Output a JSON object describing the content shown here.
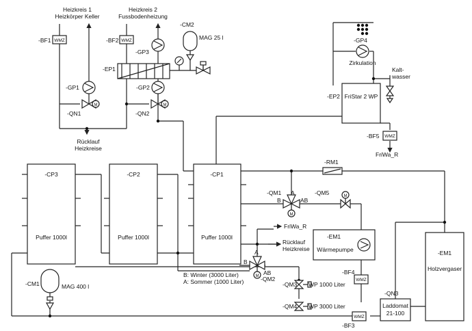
{
  "heating": {
    "circuit1_l1": "Heizkreis 1",
    "circuit1_l2": "Heizkörper Keller",
    "circuit2_l1": "Heizkreis 2",
    "circuit2_l2": "Fussbodenheizung",
    "return_l1": "Rücklauf",
    "return_l2": "Heizkreise"
  },
  "tags": {
    "bf1": "-BF1",
    "bf2": "-BF2",
    "bf3": "-BF3",
    "bf4": "-BF4",
    "bf5": "-BF5",
    "gp1": "-GP1",
    "gp2": "-GP2",
    "gp3": "-GP3",
    "gp4": "-GP4",
    "qn1": "-QN1",
    "qn2": "-QN2",
    "qn3": "-QN3",
    "qm1": "-QM1",
    "qm2": "-QM2",
    "qm3": "-QM3",
    "qm4": "-QM4",
    "qm5": "-QM5",
    "cm1": "-CM1",
    "cm2": "-CM2",
    "ep1": "-EP1",
    "ep2": "-EP2",
    "cp1": "-CP1",
    "cp2": "-CP2",
    "cp3": "-CP3",
    "rm1": "-RM1",
    "em1a": "-EM1",
    "em1b": "-EM1"
  },
  "labels": {
    "wmz": "WMZ",
    "motor": "M",
    "mag25": "MAG 25 l",
    "mag400": "MAG 400 l",
    "zirkulation": "Zirkulation",
    "kalt_l1": "Kalt-",
    "kalt_l2": "wasser",
    "fristar": "FriStar 2 WP",
    "friwa_r_top": "FriWa_R",
    "friwa_r_mid": "FriWa_R",
    "puffer3": "Puffer 1000l",
    "puffer2": "Puffer 1000l",
    "puffer1": "Puffer 1000l",
    "winter": "B: Winter (3000 Liter)",
    "sommer": "A: Sommer (1000 Liter)",
    "port_a1": "A",
    "port_b1": "B",
    "port_ab1": "AB",
    "port_a2": "A",
    "port_b2": "B",
    "port_ab2": "AB",
    "waermepumpe": "Wärmepumpe",
    "holzvergaser": "Holzvergaser",
    "wp1000": "WP 1000 Liter",
    "wp3000": "WP 3000 Liter",
    "laddomat_l1": "Laddomat",
    "laddomat_l2": "21-100"
  }
}
